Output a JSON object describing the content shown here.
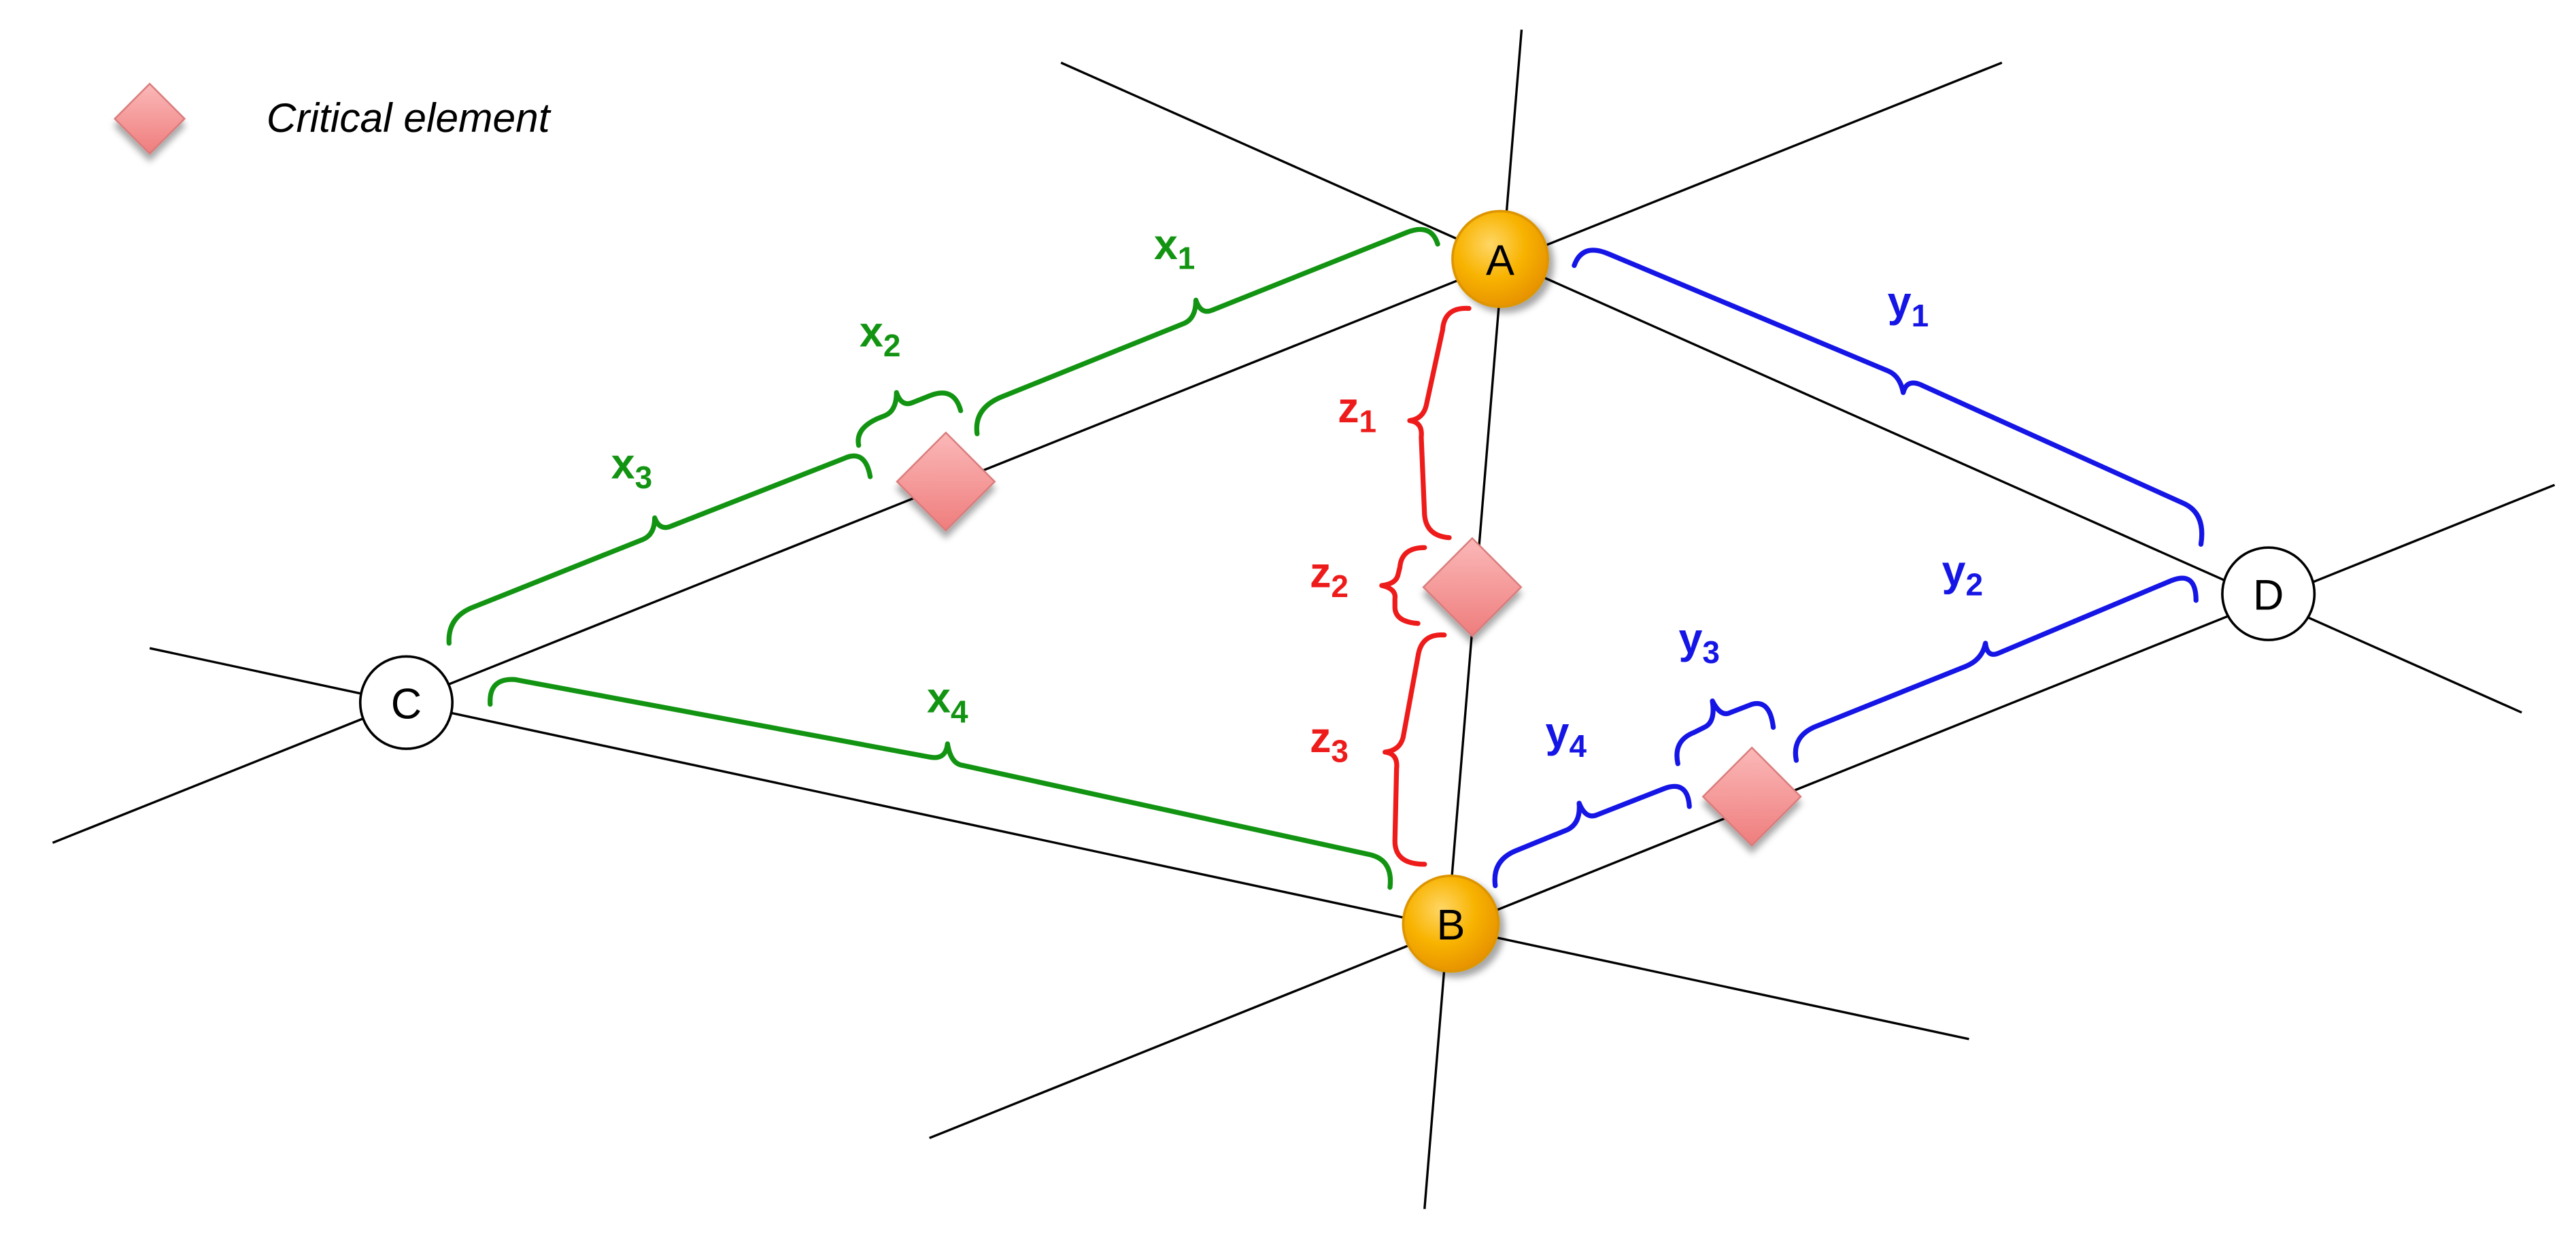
{
  "legend": {
    "label": "Critical element",
    "symbol": "critical-element-diamond"
  },
  "nodes": {
    "A": {
      "label": "A",
      "style": "highlighted"
    },
    "B": {
      "label": "B",
      "style": "highlighted"
    },
    "C": {
      "label": "C",
      "style": "plain"
    },
    "D": {
      "label": "D",
      "style": "plain"
    }
  },
  "segments": {
    "x1": {
      "letter": "x",
      "index": "1"
    },
    "x2": {
      "letter": "x",
      "index": "2"
    },
    "x3": {
      "letter": "x",
      "index": "3"
    },
    "x4": {
      "letter": "x",
      "index": "4"
    },
    "y1": {
      "letter": "y",
      "index": "1"
    },
    "y2": {
      "letter": "y",
      "index": "2"
    },
    "y3": {
      "letter": "y",
      "index": "3"
    },
    "y4": {
      "letter": "y",
      "index": "4"
    },
    "z1": {
      "letter": "z",
      "index": "1"
    },
    "z2": {
      "letter": "z",
      "index": "2"
    },
    "z3": {
      "letter": "z",
      "index": "3"
    }
  },
  "colors": {
    "x": "#129412",
    "y": "#1515e6",
    "z": "#ee1b1b",
    "highlighted_node": "#f7a900",
    "plain_node": "#ffffff",
    "critical_element": "#f28a8a",
    "edge": "#000000"
  }
}
